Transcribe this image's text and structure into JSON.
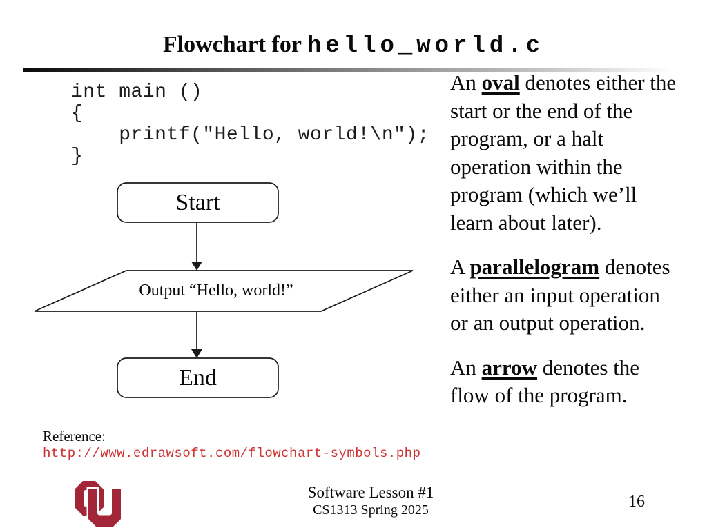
{
  "title": {
    "prefix": "Flowchart for ",
    "filename": "hello_world.c"
  },
  "code_block": {
    "lines": [
      "int main ()",
      "{",
      "    printf(\"Hello, world!\\n\");",
      "}"
    ]
  },
  "flowchart": {
    "start_label": "Start",
    "output_label": "Output “Hello, world!”",
    "end_label": "End"
  },
  "explanations": [
    {
      "prefix": "An ",
      "term": "oval",
      "rest": " denotes either the start or the end of the program, or a halt operation within the program (which we’ll learn about later)."
    },
    {
      "prefix": "A ",
      "term": "parallelogram",
      "rest": " denotes either an input operation or an output operation."
    },
    {
      "prefix": "An ",
      "term": "arrow",
      "rest": " denotes the flow of the program."
    }
  ],
  "reference": {
    "label": "Reference:",
    "url": "http://www.edrawsoft.com/flowchart-symbols.php"
  },
  "footer": {
    "line1": "Software Lesson #1",
    "line2": "CS1313 Spring 2025",
    "page_number": "16"
  },
  "logo": {
    "name": "OU"
  },
  "colors": {
    "link": "#CC3333",
    "crimson": "#A32638"
  }
}
